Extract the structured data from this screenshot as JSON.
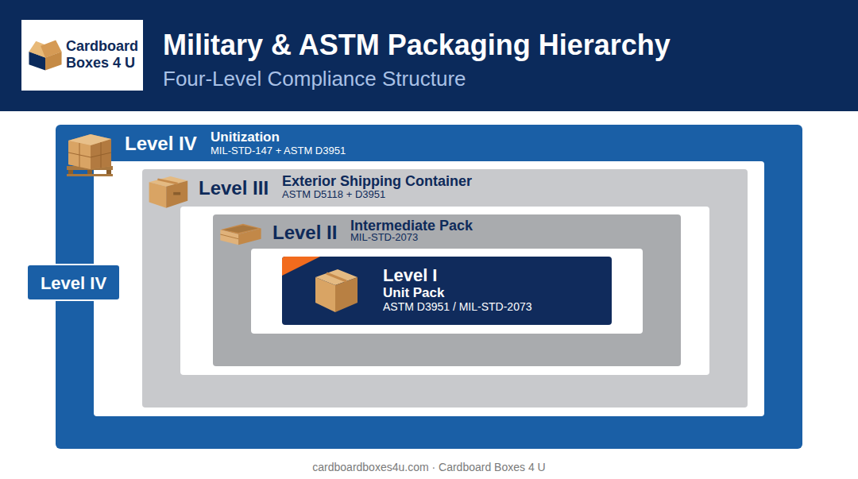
{
  "diagram": {
    "title": "Military & ASTM Packaging Hierarchy",
    "caption": "cardboardboxes4u.com · Cardboard Boxes 4 U",
    "nodes": [
      {
        "text": [
          "Level IV",
          "Unitization",
          "MIL-STD-147 + ASTM D3951"
        ]
      },
      {
        "text": [
          "Level IV"
        ]
      },
      {
        "text": [
          "Level III",
          "Exterior Shipping Container",
          "ASTM D5118 + D3951"
        ],
        "in": 0
      },
      {
        "text": [
          "Level II",
          "Intermediate Pack",
          "MIL-STD-2073"
        ],
        "in": 2
      },
      {
        "text": [
          "Level I",
          "Unit Pack",
          "ASTM D3951 / MIL-STD-2073"
        ],
        "in": 3
      }
    ],
    "labels": [
      "Four-Level Compliance Structure",
      "Cardboard Boxes 4 U"
    ]
  }
}
